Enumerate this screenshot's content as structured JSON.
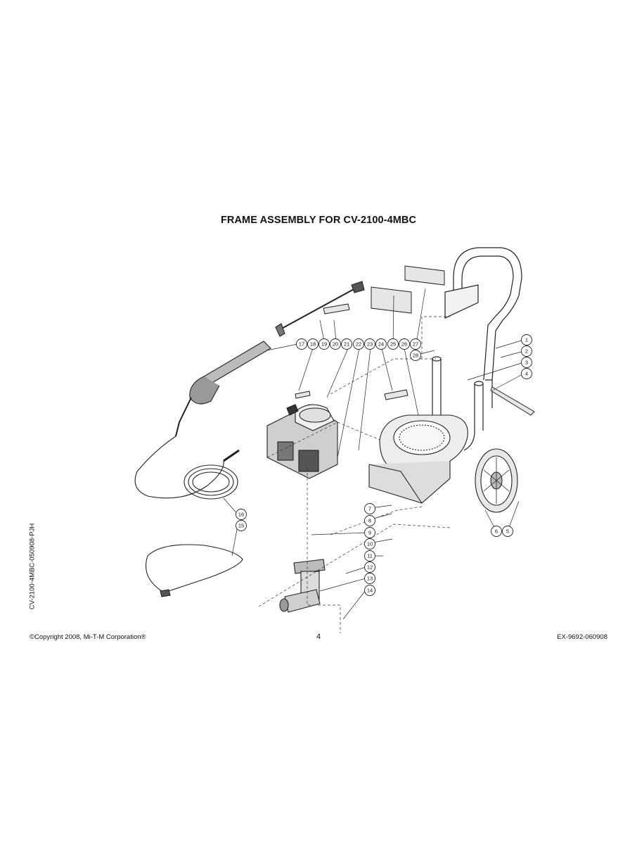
{
  "title": "FRAME ASSEMBLY FOR CV-2100-4MBC",
  "side_code": "CV-2100-4MBC-050908-PJH",
  "footer": {
    "copyright": "©Copyright 2008,  Mi-T-M Corporation®",
    "page_number": "4",
    "doc_code": "EX-9692-060908"
  },
  "callouts": [
    {
      "label": "17"
    },
    {
      "label": "18"
    },
    {
      "label": "19"
    },
    {
      "label": "20"
    },
    {
      "label": "21"
    },
    {
      "label": "22"
    },
    {
      "label": "23"
    },
    {
      "label": "24"
    },
    {
      "label": "25"
    },
    {
      "label": "26"
    },
    {
      "label": "27"
    },
    {
      "label": "28"
    },
    {
      "label": "1"
    },
    {
      "label": "2"
    },
    {
      "label": "3"
    },
    {
      "label": "4"
    },
    {
      "label": "16"
    },
    {
      "label": "15"
    },
    {
      "label": "7"
    },
    {
      "label": "8"
    },
    {
      "label": "9"
    },
    {
      "label": "10"
    },
    {
      "label": "11"
    },
    {
      "label": "12"
    },
    {
      "label": "13"
    },
    {
      "label": "14"
    },
    {
      "label": "6"
    },
    {
      "label": "5"
    }
  ]
}
